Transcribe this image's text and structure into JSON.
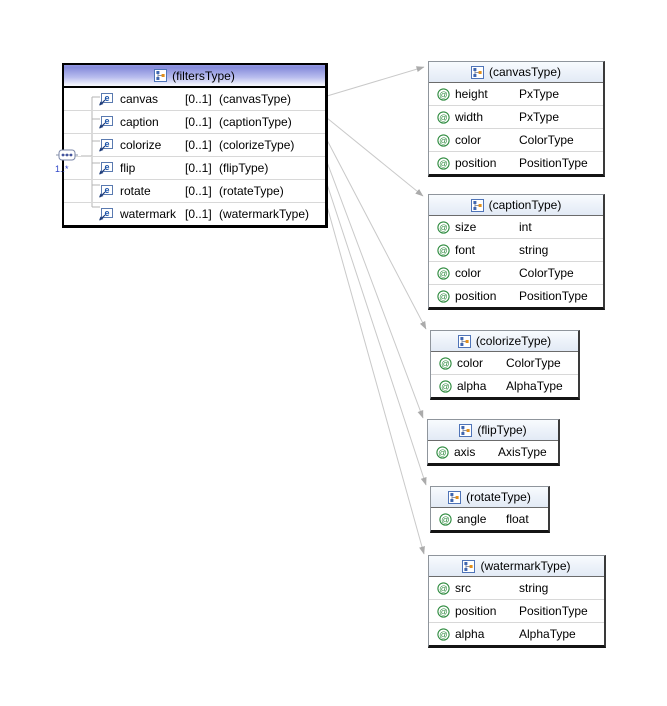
{
  "main": {
    "title": "(filtersType)",
    "compositor_cardinality": "1..*",
    "elements": [
      {
        "name": "canvas",
        "cardinality": "[0..1]",
        "type": "(canvasType)"
      },
      {
        "name": "caption",
        "cardinality": "[0..1]",
        "type": "(captionType)"
      },
      {
        "name": "colorize",
        "cardinality": "[0..1]",
        "type": "(colorizeType)"
      },
      {
        "name": "flip",
        "cardinality": "[0..1]",
        "type": "(flipType)"
      },
      {
        "name": "rotate",
        "cardinality": "[0..1]",
        "type": "(rotateType)"
      },
      {
        "name": "watermark",
        "cardinality": "[0..1]",
        "type": "(watermarkType)"
      }
    ]
  },
  "types": [
    {
      "title": "(canvasType)",
      "attributes": [
        {
          "name": "height",
          "type": "PxType"
        },
        {
          "name": "width",
          "type": "PxType"
        },
        {
          "name": "color",
          "type": "ColorType"
        },
        {
          "name": "position",
          "type": "PositionType"
        }
      ]
    },
    {
      "title": "(captionType)",
      "attributes": [
        {
          "name": "size",
          "type": "int"
        },
        {
          "name": "font",
          "type": "string"
        },
        {
          "name": "color",
          "type": "ColorType"
        },
        {
          "name": "position",
          "type": "PositionType"
        }
      ]
    },
    {
      "title": "(colorizeType)",
      "attributes": [
        {
          "name": "color",
          "type": "ColorType"
        },
        {
          "name": "alpha",
          "type": "AlphaType"
        }
      ]
    },
    {
      "title": "(flipType)",
      "attributes": [
        {
          "name": "axis",
          "type": "AxisType"
        }
      ]
    },
    {
      "title": "(rotateType)",
      "attributes": [
        {
          "name": "angle",
          "type": "float"
        }
      ]
    },
    {
      "title": "(watermarkType)",
      "attributes": [
        {
          "name": "src",
          "type": "string"
        },
        {
          "name": "position",
          "type": "PositionType"
        },
        {
          "name": "alpha",
          "type": "AlphaType"
        }
      ]
    }
  ],
  "colors": {
    "selected_header_top": "#8a90de",
    "selected_header_bottom": "#f3f4fc",
    "box_header_top": "#f8fbfe",
    "box_header_bottom": "#e2eaf5",
    "attribute_icon_green": "#2c8a3d",
    "element_icon_blue": "#1a52a8",
    "cardinality_blue": "#2f46c8",
    "connector_gray": "#c9c9c9",
    "border_black": "#000000"
  }
}
